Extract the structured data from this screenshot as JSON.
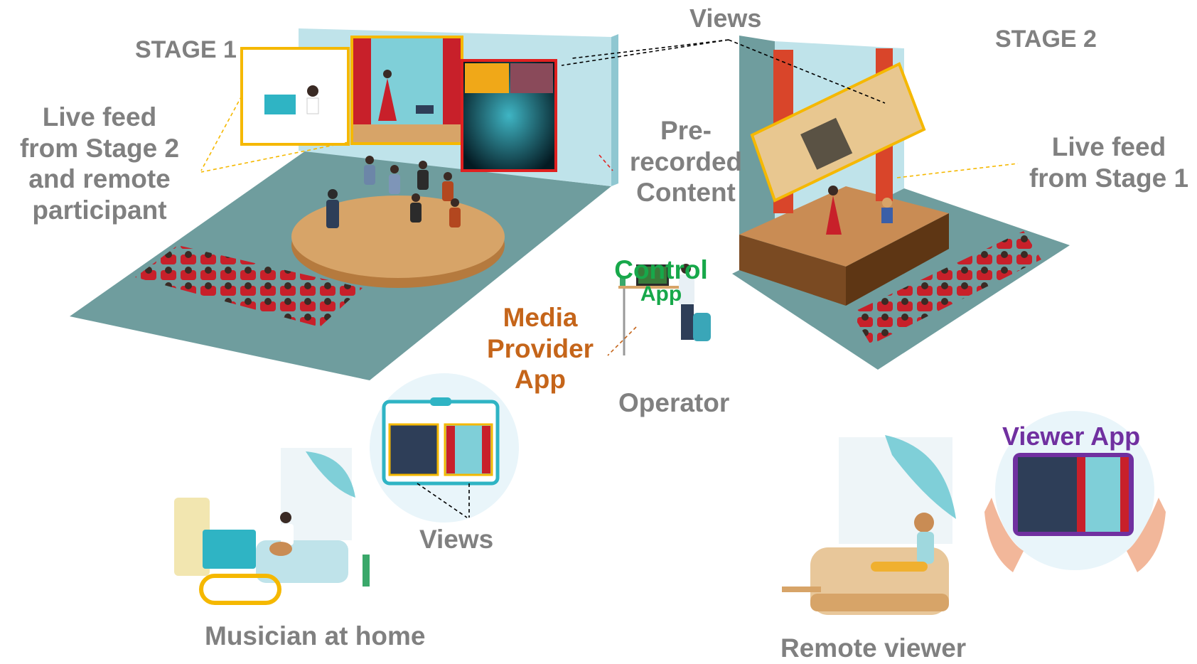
{
  "labels": {
    "stage1": "STAGE 1",
    "stage2": "STAGE 2",
    "views_top": "Views",
    "views_bottom": "Views",
    "live_feed_stage2": [
      "Live feed",
      "from Stage 2",
      "and remote",
      "participant"
    ],
    "live_feed_stage1": [
      "Live feed",
      "from Stage 1"
    ],
    "prerecorded": [
      "Pre-",
      "recorded",
      "Content"
    ],
    "control_app": [
      "Control",
      "App"
    ],
    "media_provider_app": [
      "Media",
      "Provider",
      "App"
    ],
    "operator": "Operator",
    "viewer_app": "Viewer App",
    "musician_at_home": "Musician at home",
    "remote_viewer": "Remote viewer"
  },
  "colors": {
    "text_grey": "#808080",
    "control_green": "#17a84a",
    "media_orange": "#c5651a",
    "viewer_purple": "#7030a0",
    "frame_yellow": "#f5b800",
    "frame_red": "#e02020",
    "floor_teal": "#6f9d9e",
    "wall_light": "#bfe3ea",
    "seat_red": "#c8202a",
    "stage_wood": "#d7a468"
  },
  "icons": [
    "orchestra",
    "theater-stage",
    "audience-seats",
    "webcam-monitor",
    "tablet",
    "operator-desk",
    "sofa",
    "guitar-player"
  ]
}
